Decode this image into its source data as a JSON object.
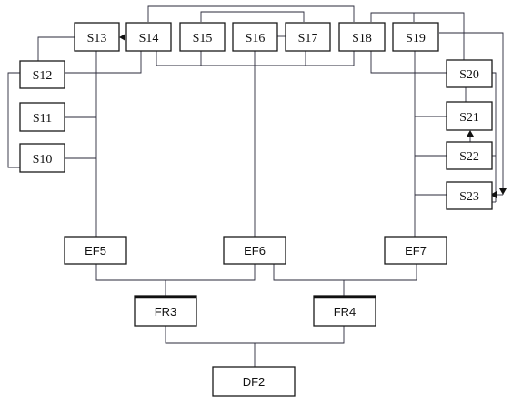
{
  "nodes": {
    "S13": "S13",
    "S14": "S14",
    "S15": "S15",
    "S16": "S16",
    "S17": "S17",
    "S18": "S18",
    "S19": "S19",
    "S12": "S12",
    "S11": "S11",
    "S10": "S10",
    "S20": "S20",
    "S21": "S21",
    "S22": "S22",
    "S23": "S23",
    "EF5": "EF5",
    "EF6": "EF6",
    "EF7": "EF7",
    "FR3": "FR3",
    "FR4": "FR4",
    "DF2": "DF2"
  },
  "colors": {
    "line": "#2a2a3a",
    "box_border": "#1a1a1a",
    "background": "#ffffff"
  }
}
